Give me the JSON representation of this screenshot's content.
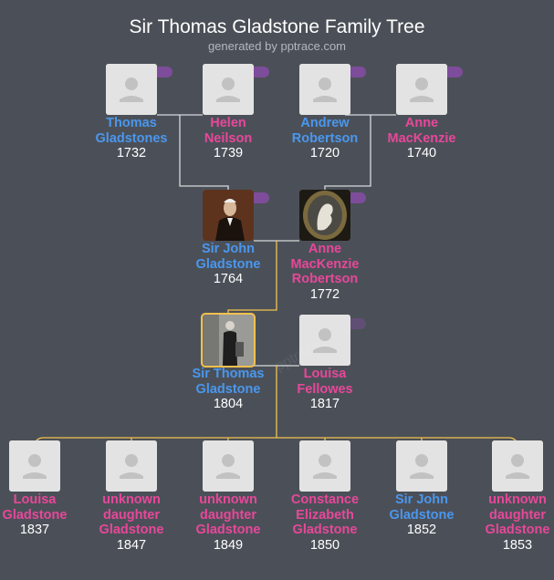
{
  "title": "Sir Thomas Gladstone Family Tree",
  "subtitle": "generated by pptrace.com",
  "colors": {
    "background": "#4b5058",
    "male": "#4a97ee",
    "female": "#e8479a",
    "ancestor_line": "#d7d9dc",
    "descendant_line": "#f2c14e"
  },
  "watermark": "pptrace",
  "people": [
    {
      "id": "thomas_gladstones",
      "name": "Thomas Gladstones",
      "year": "1732",
      "gender": "m",
      "photo": "placeholder"
    },
    {
      "id": "helen_neilson",
      "name": "Helen Neilson",
      "year": "1739",
      "gender": "f",
      "photo": "placeholder"
    },
    {
      "id": "andrew_robertson",
      "name": "Andrew Robertson",
      "year": "1720",
      "gender": "m",
      "photo": "placeholder"
    },
    {
      "id": "anne_mackenzie",
      "name": "Anne MacKenzie",
      "year": "1740",
      "gender": "f",
      "photo": "placeholder"
    },
    {
      "id": "sir_john_gladstone",
      "name": "Sir John Gladstone",
      "year": "1764",
      "gender": "m",
      "photo": "portrait"
    },
    {
      "id": "anne_mackenzie_robertson",
      "name": "Anne MacKenzie Robertson",
      "year": "1772",
      "gender": "f",
      "photo": "cameo"
    },
    {
      "id": "sir_thomas_gladstone",
      "name": "Sir Thomas Gladstone",
      "year": "1804",
      "gender": "m",
      "photo": "portrait-standing",
      "selected": true
    },
    {
      "id": "louisa_fellowes",
      "name": "Louisa Fellowes",
      "year": "1817",
      "gender": "f",
      "photo": "placeholder"
    },
    {
      "id": "louisa_gladstone",
      "name": "Louisa Gladstone",
      "year": "1837",
      "gender": "f",
      "photo": "placeholder"
    },
    {
      "id": "unknown_daughter_1847",
      "name": "unknown daughter Gladstone",
      "year": "1847",
      "gender": "f",
      "photo": "placeholder"
    },
    {
      "id": "unknown_daughter_1849",
      "name": "unknown daughter Gladstone",
      "year": "1849",
      "gender": "f",
      "photo": "placeholder"
    },
    {
      "id": "constance_elizabeth_gladstone",
      "name": "Constance Elizabeth Gladstone",
      "year": "1850",
      "gender": "f",
      "photo": "placeholder"
    },
    {
      "id": "sir_john_gladstone_1852",
      "name": "Sir John Gladstone",
      "year": "1852",
      "gender": "m",
      "photo": "placeholder"
    },
    {
      "id": "unknown_daughter_1853",
      "name": "unknown daughter Gladstone",
      "year": "1853",
      "gender": "f",
      "photo": "placeholder"
    }
  ]
}
